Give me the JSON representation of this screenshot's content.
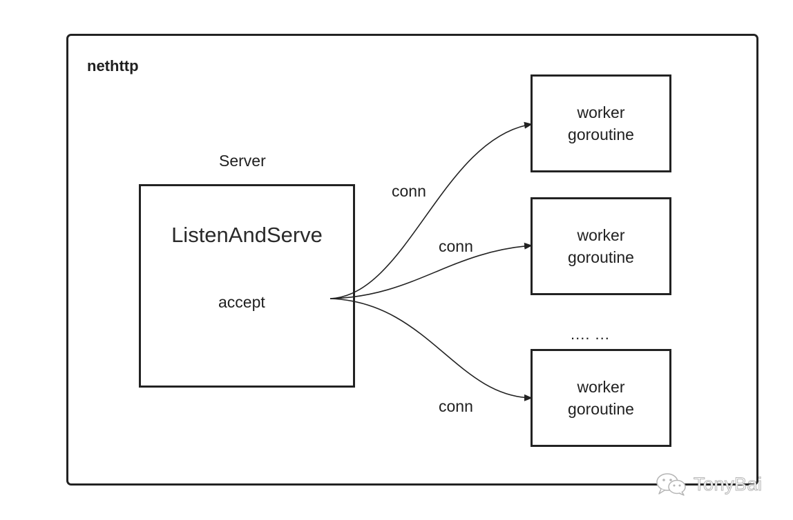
{
  "frame": {
    "title": "nethttp"
  },
  "server": {
    "title": "Server",
    "function": "ListenAndServe",
    "accept": "accept"
  },
  "connections": [
    {
      "label": "conn"
    },
    {
      "label": "conn"
    },
    {
      "label": "conn"
    }
  ],
  "workers": [
    {
      "line1": "worker",
      "line2": "goroutine"
    },
    {
      "line1": "worker",
      "line2": "goroutine"
    },
    {
      "line1": "worker",
      "line2": "goroutine"
    }
  ],
  "ellipsis": ".... ...",
  "watermark": {
    "text": "TonyBai",
    "logo_icon": "wechat-icon"
  },
  "colors": {
    "stroke": "#222222",
    "text": "#1f1f1f",
    "watermark": "#b5b5b5"
  }
}
